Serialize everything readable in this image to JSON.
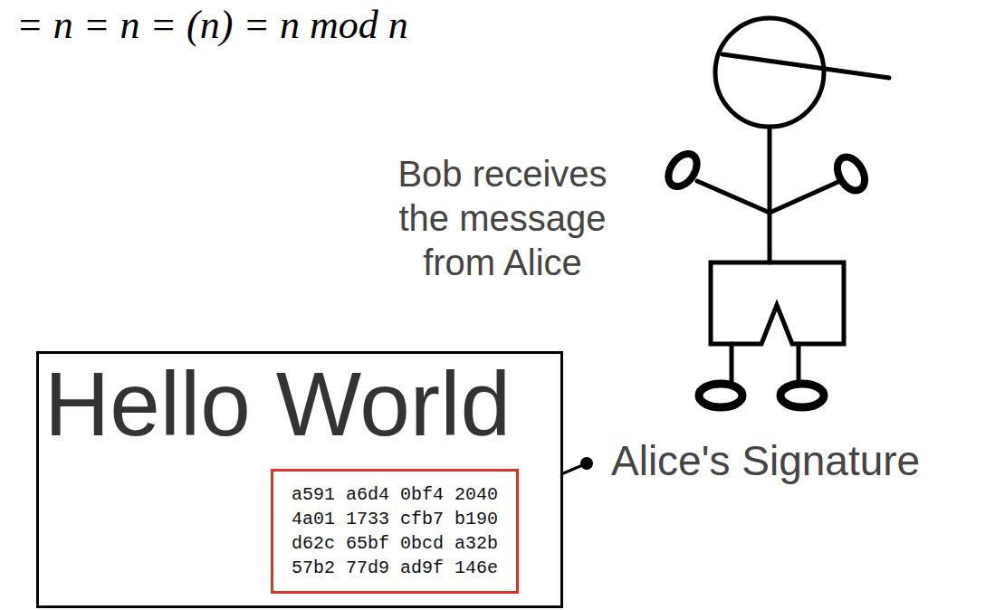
{
  "diagram": {
    "nodes": [
      {
        "text": [
          "Hello World"
        ]
      },
      {
        "text": [
          "a591 a6d4 0bf4 2040 4a01 1733 cfb7 b190 d62c 65bf 0bcd a32b 57b2 77d9 ad9f 146e"
        ],
        "in": 0
      }
    ],
    "labels": [
      "= n = n = (n) = n mod n",
      "Bob receives the message from Alice",
      "Alice's Signature"
    ]
  }
}
